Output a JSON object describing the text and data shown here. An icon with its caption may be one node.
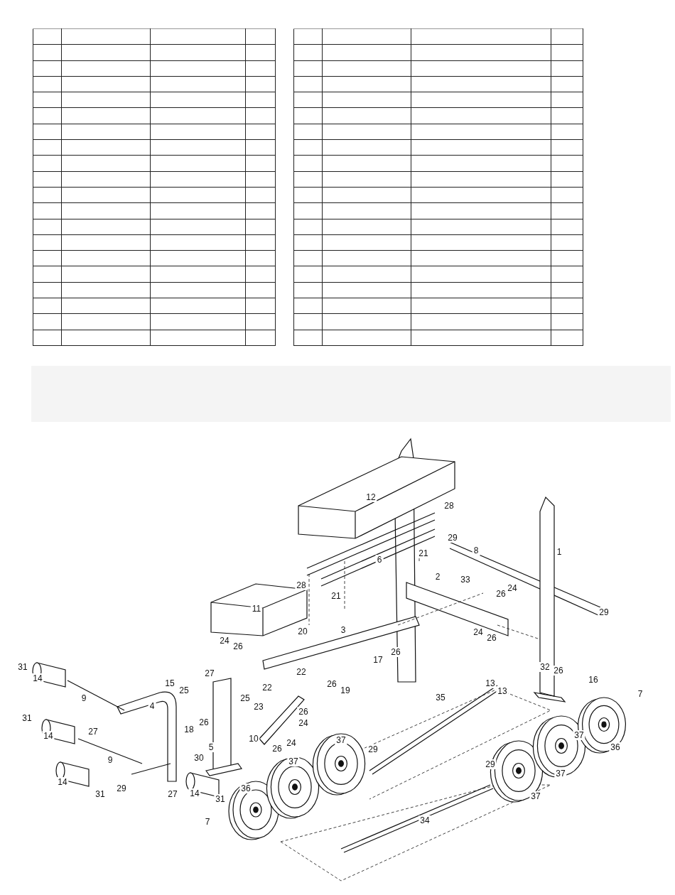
{
  "diagram": {
    "labels": [
      "12",
      "28",
      "29",
      "8",
      "1",
      "21",
      "6",
      "28",
      "2",
      "33",
      "24",
      "26",
      "21",
      "29",
      "11",
      "20",
      "3",
      "24",
      "26",
      "24",
      "26",
      "26",
      "32",
      "31",
      "17",
      "26",
      "22",
      "22",
      "16",
      "14",
      "27",
      "15",
      "25",
      "26",
      "19",
      "13",
      "9",
      "4",
      "25",
      "23",
      "13",
      "35",
      "26",
      "24",
      "7",
      "31",
      "27",
      "14",
      "18",
      "26",
      "10",
      "24",
      "26",
      "37",
      "37",
      "36",
      "29",
      "9",
      "5",
      "37",
      "30",
      "29",
      "14",
      "27",
      "14",
      "31",
      "31",
      "36",
      "29",
      "37",
      "7",
      "34",
      "37"
    ]
  }
}
